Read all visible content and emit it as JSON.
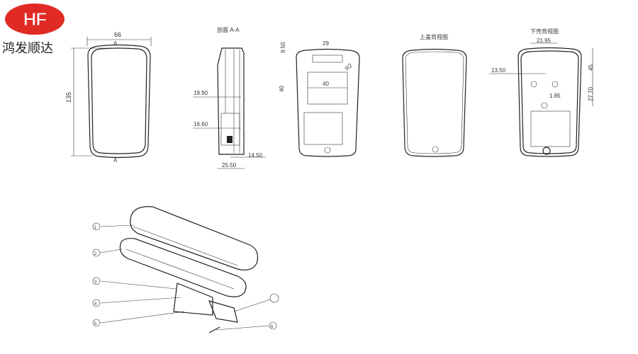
{
  "logo": {
    "text": "HF",
    "color": "#e02a24"
  },
  "brand": {
    "name": "鸿发顺达"
  },
  "front_view": {
    "width": "66",
    "height": "135",
    "section_mark": "A"
  },
  "section_view": {
    "title": "剖面 A-A",
    "dims": [
      "19.90",
      "16.60",
      "14.50",
      "25.50"
    ]
  },
  "lid_view": {
    "dims": [
      "29",
      "9.50",
      "40",
      "40",
      "R2"
    ]
  },
  "top_cover_view": {
    "title": "上盖背视图"
  },
  "bottom_shell_view": {
    "title": "下壳背视图",
    "dims": [
      "21.95",
      "13.50",
      "45",
      "1.85",
      "27.70"
    ]
  },
  "exploded_view": {
    "callouts": [
      "1",
      "2",
      "3",
      "4",
      "5",
      "",
      "6"
    ]
  }
}
